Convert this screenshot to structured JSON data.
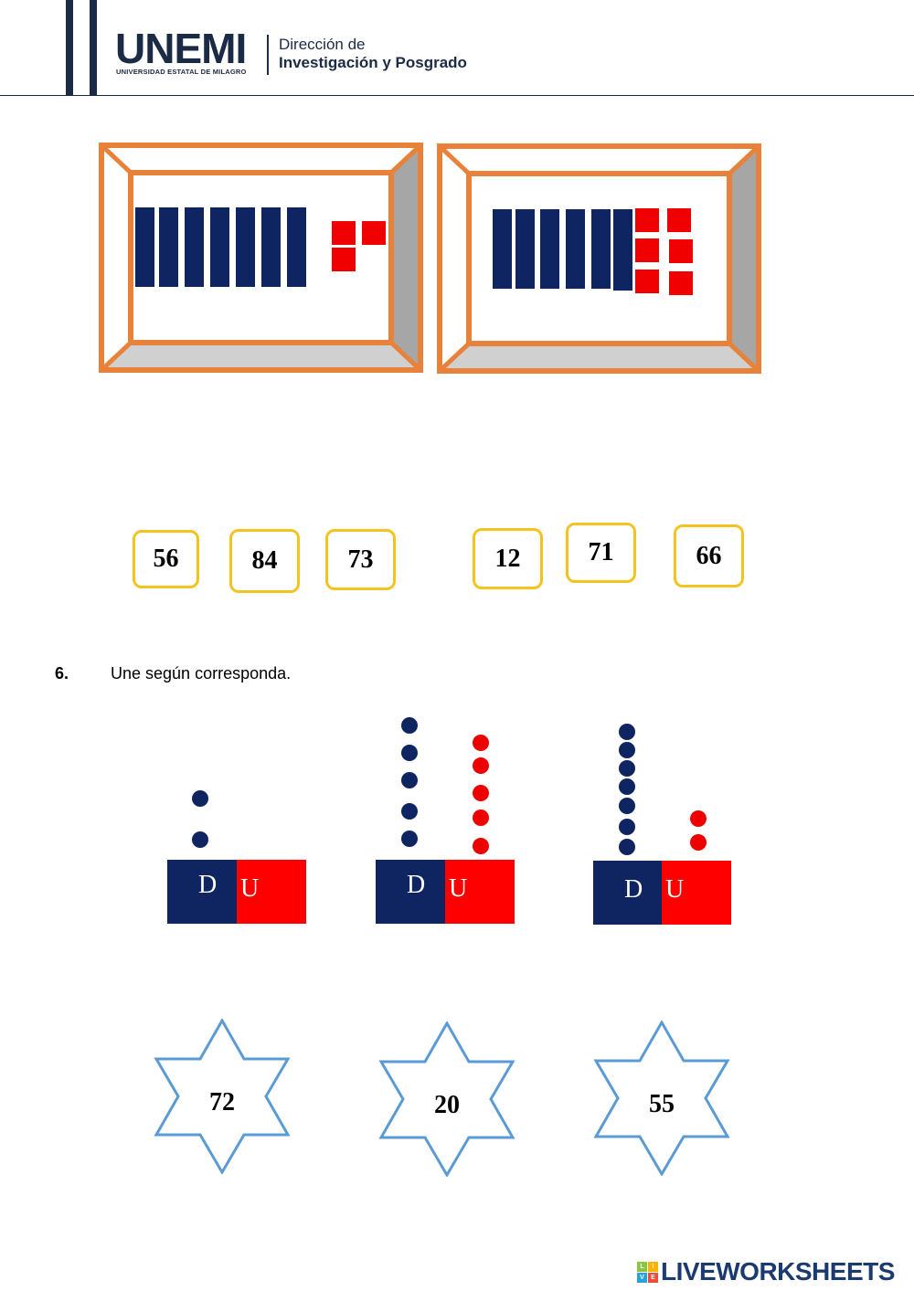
{
  "header": {
    "logo_text": "UNEMI",
    "logo_subtitle": "UNIVERSIDAD ESTATAL DE MILAGRO",
    "dept_line1": "Dirección de",
    "dept_line2": "Investigación y Posgrado",
    "brand_color": "#1b2a45"
  },
  "frames": [
    {
      "tens": 7,
      "units": 3
    },
    {
      "tens": 6,
      "units": 6
    }
  ],
  "number_options": [
    "56",
    "84",
    "73",
    "12",
    "71",
    "66"
  ],
  "question": {
    "number": "6.",
    "text": "Une según corresponda."
  },
  "abacuses": [
    {
      "tens_label": "D",
      "units_label": "U",
      "tens": 2,
      "units": 0
    },
    {
      "tens_label": "D",
      "units_label": "U",
      "tens": 5,
      "units": 5
    },
    {
      "tens_label": "D",
      "units_label": "U",
      "tens": 7,
      "units": 2
    }
  ],
  "stars": [
    "72",
    "20",
    "55"
  ],
  "colors": {
    "frame_orange": "#e8823a",
    "tens_blue": "#0e2561",
    "units_red": "#f00000",
    "box_yellow": "#f4c320",
    "star_blue": "#5b9bd5"
  },
  "footer": {
    "brand": "LIVEWORKSHEETS"
  }
}
